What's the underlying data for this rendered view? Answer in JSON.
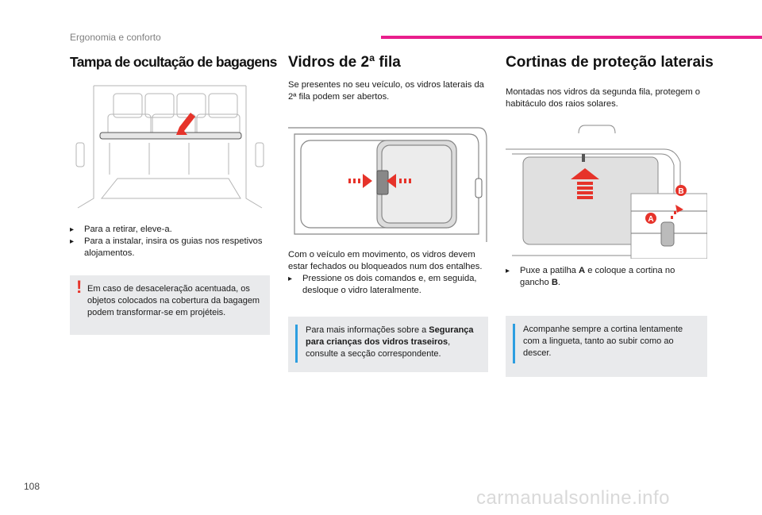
{
  "header": {
    "section": "Ergonomia e conforto",
    "accent": "#e91e8c"
  },
  "page_number": "108",
  "watermark": "carmanualsonline.info",
  "col1": {
    "title": "Tampa de ocultação de bagagens",
    "bullets": [
      "Para a retirar, eleve-a.",
      "Para a instalar, insira os guias nos respetivos alojamentos."
    ],
    "warning": "Em caso de desaceleração acentuada, os objetos colocados na cobertura da bagagem podem transformar-se em projéteis."
  },
  "col2": {
    "title": "Vidros de 2ª fila",
    "intro": "Se presentes no seu veículo, os vidros laterais da 2ª fila podem ser abertos.",
    "para": "Com o veículo em movimento, os vidros devem estar fechados ou bloqueados num dos entalhes.",
    "bullet": "Pressione os dois comandos e, em seguida, desloque o vidro lateralmente.",
    "info_prefix": "Para mais informações sobre a ",
    "info_bold": "Segurança para crianças dos vidros traseiros",
    "info_suffix": ", consulte a secção correspondente."
  },
  "col3": {
    "title": "Cortinas de proteção laterais",
    "intro": "Montadas nos vidros da segunda fila, protegem o habitáculo dos raios solares.",
    "bullet_pre": "Puxe a patilha ",
    "bullet_a": "A",
    "bullet_mid": " e coloque a cortina no gancho ",
    "bullet_b": "B",
    "bullet_end": ".",
    "info": "Acompanhe sempre a cortina lentamente com a lingueta, tanto ao subir como ao descer.",
    "label_a": "A",
    "label_b": "B"
  },
  "icons": {
    "bullet": "triangle-bullet-icon",
    "warning": "exclamation-icon",
    "info": "info-icon"
  },
  "colors": {
    "note_bg": "#e9eaec",
    "info_bar": "#2d9ee0",
    "warning": "#e6332a",
    "arrow": "#e6332a"
  }
}
